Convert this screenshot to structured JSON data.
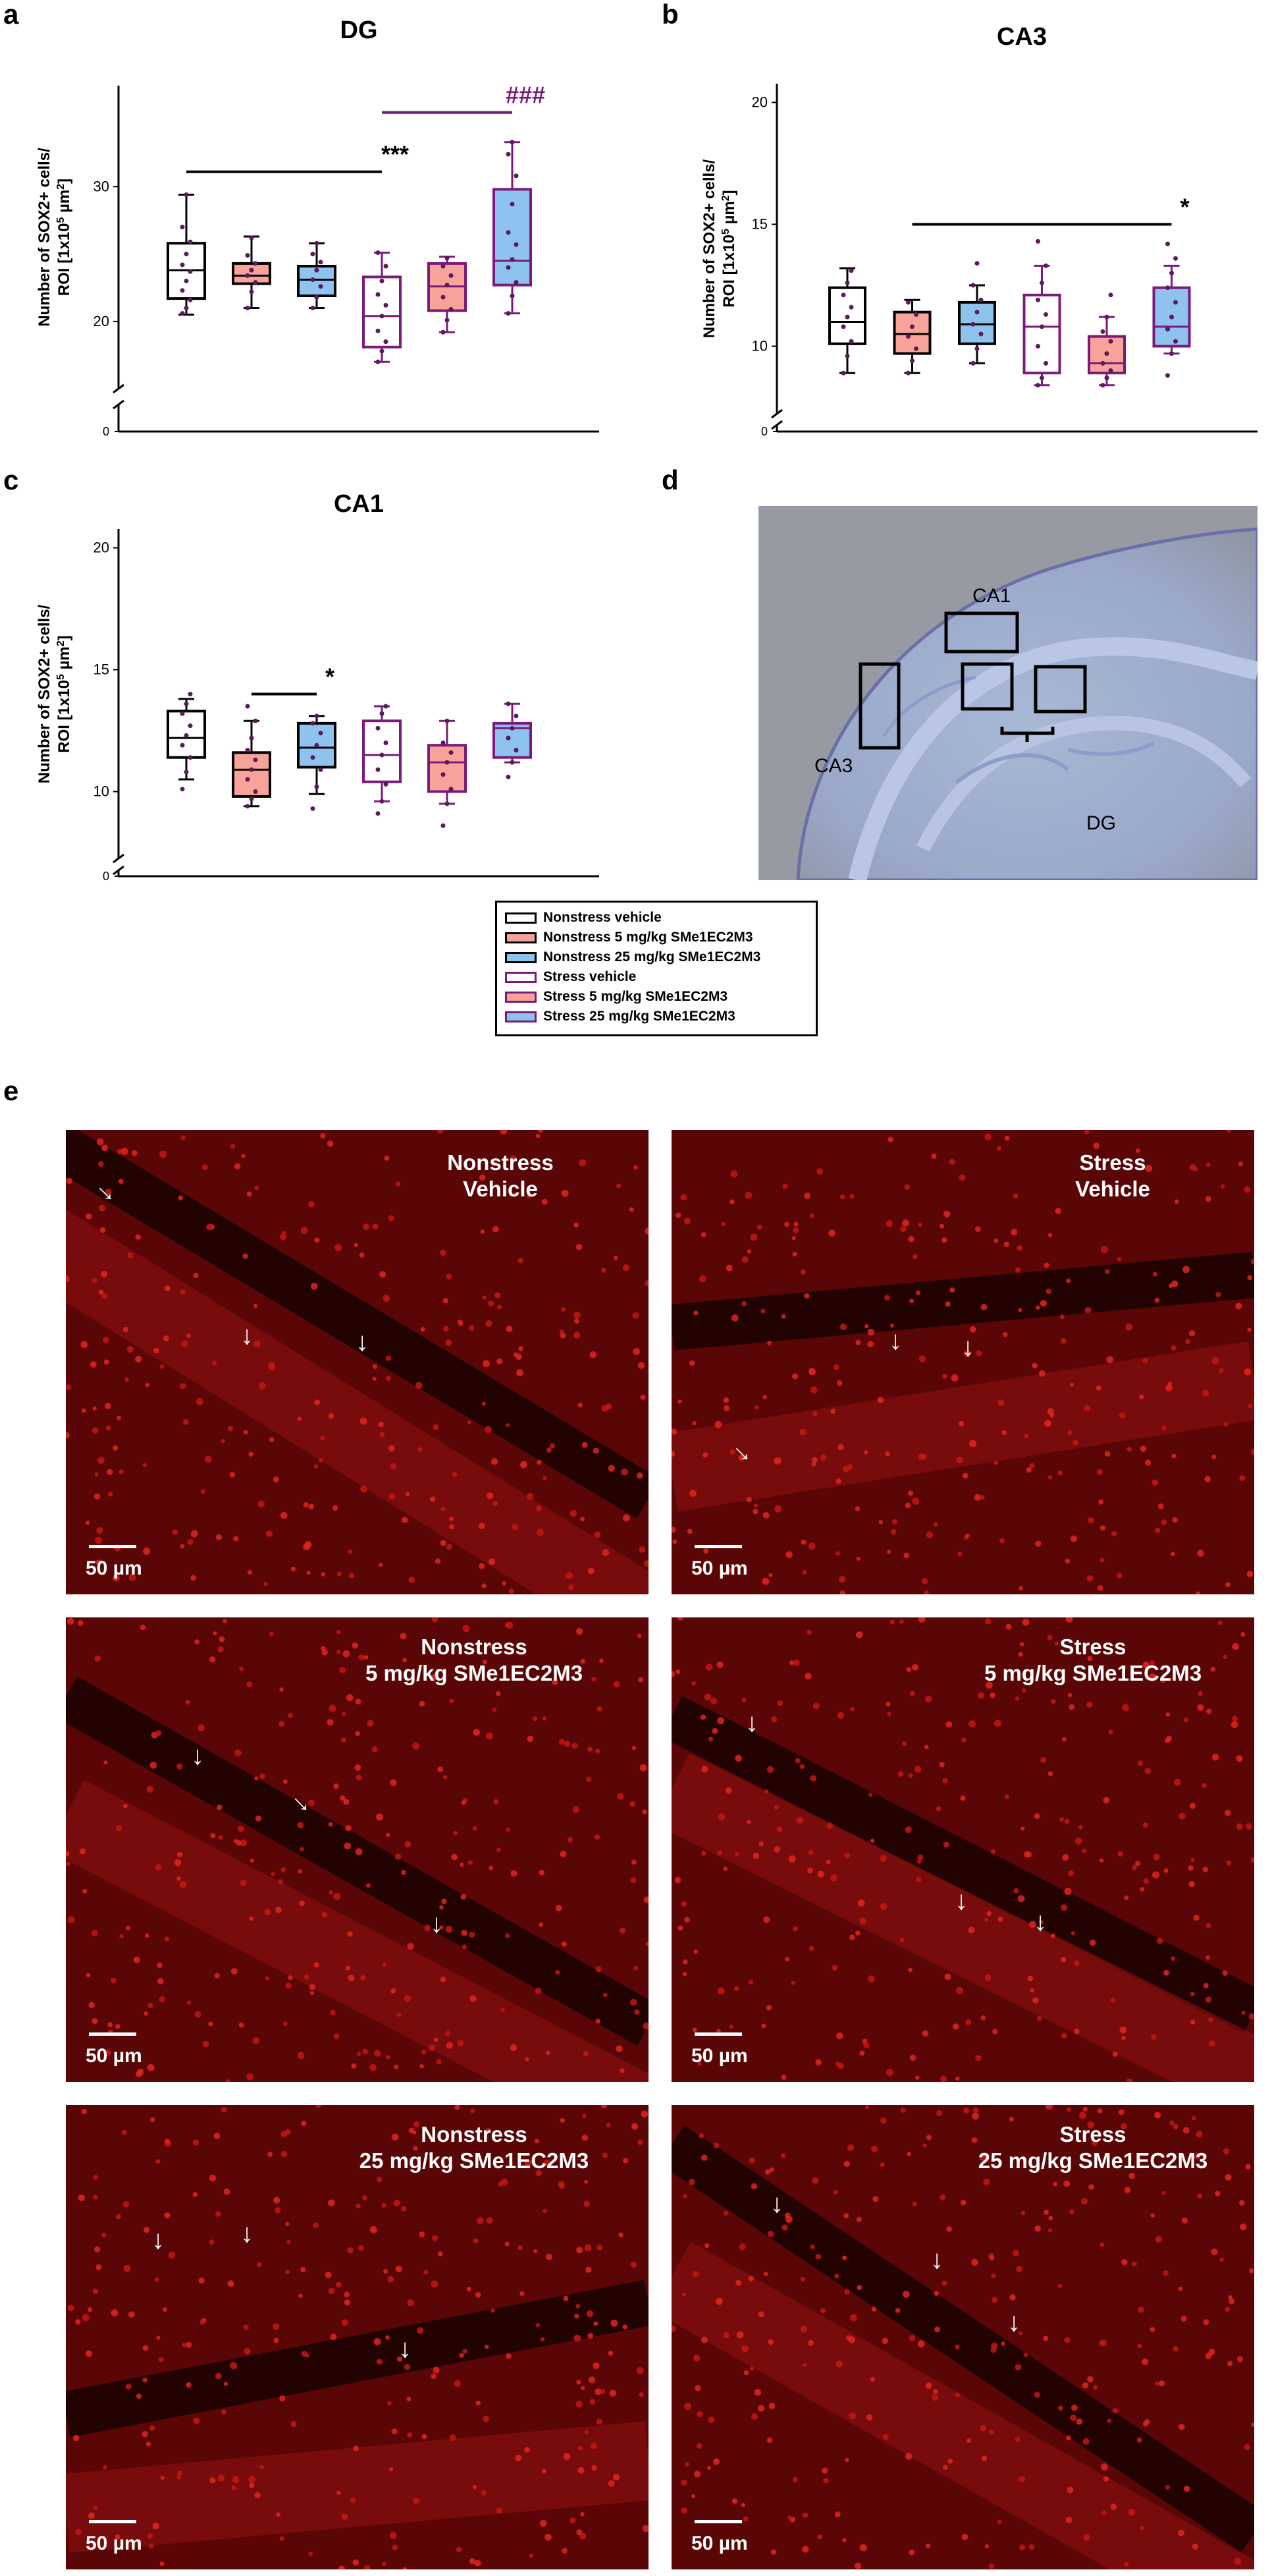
{
  "panel_letters": {
    "a": "a",
    "b": "b",
    "c": "c",
    "d": "d",
    "e": "e"
  },
  "ylabel_line1": "Number of SOX2+ cells/",
  "ylabel_line2": "ROI [1x10",
  "ylabel_sup": "5",
  "ylabel_unit": " µm",
  "ylabel_sup2": "2",
  "ylabel_end": "]",
  "groups": [
    {
      "name": "Nonstress vehicle",
      "fill": "#ffffff",
      "edge": "#000000"
    },
    {
      "name": "Nonstress 5 mg/kg SMe1EC2M3",
      "fill": "#f8a39a",
      "edge": "#000000"
    },
    {
      "name": "Nonstress 25 mg/kg SMe1EC2M3",
      "fill": "#8fc3ef",
      "edge": "#000000"
    },
    {
      "name": "Stress vehicle",
      "fill": "#ffffff",
      "edge": "#7a1a7a"
    },
    {
      "name": "Stress 5 mg/kg SMe1EC2M3",
      "fill": "#f8a39a",
      "edge": "#7a1a7a"
    },
    {
      "name": "Stress 25 mg/kg SMe1EC2M3",
      "fill": "#8fc3ef",
      "edge": "#7a1a7a"
    }
  ],
  "chart_data": [
    {
      "type": "box",
      "title": "DG",
      "yticks": [
        20,
        30
      ],
      "ybreak_label": "0",
      "ylim": [
        15.5,
        37
      ],
      "boxes": [
        {
          "whislo": 20.5,
          "q1": 21.7,
          "med": 23.8,
          "q3": 25.8,
          "whishi": 29.4,
          "points": [
            20.6,
            21.0,
            21.6,
            22.3,
            23.0,
            23.7,
            24.2,
            25.0,
            25.9,
            27.0,
            29.4
          ]
        },
        {
          "whislo": 21.0,
          "q1": 22.8,
          "med": 23.4,
          "q3": 24.3,
          "whishi": 26.3,
          "points": [
            21.0,
            22.2,
            22.9,
            23.4,
            23.8,
            24.3,
            24.9,
            26.2
          ]
        },
        {
          "whislo": 21.0,
          "q1": 21.9,
          "med": 23.1,
          "q3": 24.1,
          "whishi": 25.8,
          "points": [
            21.0,
            21.8,
            22.6,
            23.1,
            23.8,
            24.4,
            25.0,
            25.8
          ]
        },
        {
          "whislo": 17.0,
          "q1": 18.1,
          "med": 20.4,
          "q3": 23.3,
          "whishi": 25.1,
          "points": [
            17.0,
            17.8,
            18.5,
            19.3,
            20.4,
            21.2,
            22.0,
            23.0,
            24.1,
            25.1
          ]
        },
        {
          "whislo": 19.2,
          "q1": 20.8,
          "med": 22.6,
          "q3": 24.3,
          "whishi": 24.8,
          "points": [
            19.2,
            20.1,
            20.9,
            21.8,
            22.7,
            23.4,
            24.1,
            24.7
          ]
        },
        {
          "whislo": 20.6,
          "q1": 22.7,
          "med": 24.5,
          "q3": 29.8,
          "whishi": 33.3,
          "points": [
            20.6,
            21.9,
            22.9,
            24.0,
            24.6,
            25.7,
            26.6,
            28.7,
            30.8,
            32.4,
            33.3
          ]
        }
      ],
      "significance": [
        {
          "from": 0,
          "to": 3,
          "y": 31.1,
          "label": "***",
          "color": "#000000"
        },
        {
          "from": 3,
          "to": 5,
          "y": 35.5,
          "label": "###",
          "color": "#7a1a7a"
        }
      ]
    },
    {
      "type": "box",
      "title": "CA3",
      "yticks": [
        10,
        15,
        20
      ],
      "ybreak_label": "0",
      "ylim": [
        7.5,
        20.5
      ],
      "boxes": [
        {
          "whislo": 8.9,
          "q1": 10.1,
          "med": 11.0,
          "q3": 12.4,
          "whishi": 13.2,
          "points": [
            8.9,
            9.6,
            10.2,
            10.8,
            11.2,
            11.6,
            12.1,
            12.6,
            13.1
          ]
        },
        {
          "whislo": 8.9,
          "q1": 9.7,
          "med": 10.5,
          "q3": 11.4,
          "whishi": 11.9,
          "points": [
            8.9,
            9.4,
            9.9,
            10.4,
            10.8,
            11.3,
            11.8
          ]
        },
        {
          "whislo": 9.3,
          "q1": 10.1,
          "med": 10.9,
          "q3": 11.8,
          "whishi": 12.5,
          "points": [
            9.3,
            9.9,
            10.5,
            10.9,
            11.4,
            11.9,
            12.5,
            13.4
          ]
        },
        {
          "whislo": 8.4,
          "q1": 8.9,
          "med": 10.8,
          "q3": 12.1,
          "whishi": 13.3,
          "points": [
            8.4,
            8.7,
            9.3,
            10.0,
            10.8,
            11.3,
            11.9,
            12.6,
            13.3,
            14.3
          ]
        },
        {
          "whislo": 8.4,
          "q1": 8.9,
          "med": 9.3,
          "q3": 10.4,
          "whishi": 11.2,
          "points": [
            8.4,
            8.7,
            9.0,
            9.3,
            9.7,
            10.2,
            10.6,
            11.2,
            12.1
          ]
        },
        {
          "whislo": 9.7,
          "q1": 10.0,
          "med": 10.8,
          "q3": 12.4,
          "whishi": 13.3,
          "points": [
            8.8,
            9.7,
            10.2,
            10.7,
            11.2,
            11.8,
            12.4,
            13.0,
            13.6,
            14.2
          ]
        }
      ],
      "significance": [
        {
          "from": 1,
          "to": 5,
          "y": 15.0,
          "label": "*",
          "color": "#000000"
        }
      ]
    },
    {
      "type": "box",
      "title": "CA1",
      "yticks": [
        10,
        15,
        20
      ],
      "ybreak_label": "0",
      "ylim": [
        7.5,
        20.5
      ],
      "boxes": [
        {
          "whislo": 10.5,
          "q1": 11.4,
          "med": 12.2,
          "q3": 13.3,
          "whishi": 13.8,
          "points": [
            10.1,
            10.8,
            11.4,
            11.9,
            12.3,
            12.7,
            13.2,
            13.6,
            14.0
          ]
        },
        {
          "whislo": 9.4,
          "q1": 9.8,
          "med": 10.9,
          "q3": 11.6,
          "whishi": 12.9,
          "points": [
            9.4,
            9.7,
            10.0,
            10.5,
            10.9,
            11.3,
            11.7,
            12.2,
            12.9,
            13.5
          ]
        },
        {
          "whislo": 9.9,
          "q1": 11.0,
          "med": 11.8,
          "q3": 12.8,
          "whishi": 13.1,
          "points": [
            9.3,
            10.2,
            10.9,
            11.4,
            11.9,
            12.4,
            12.8,
            13.1
          ]
        },
        {
          "whislo": 9.6,
          "q1": 10.4,
          "med": 11.5,
          "q3": 12.9,
          "whishi": 13.5,
          "points": [
            9.1,
            9.6,
            10.3,
            10.9,
            11.5,
            12.0,
            12.6,
            13.2,
            13.5
          ]
        },
        {
          "whislo": 9.5,
          "q1": 10.0,
          "med": 11.2,
          "q3": 11.9,
          "whishi": 12.9,
          "points": [
            8.6,
            9.5,
            10.1,
            10.7,
            11.2,
            11.6,
            12.0,
            12.9
          ]
        },
        {
          "whislo": 11.2,
          "q1": 11.4,
          "med": 12.6,
          "q3": 12.8,
          "whishi": 13.6,
          "points": [
            10.6,
            11.2,
            11.7,
            12.2,
            12.6,
            13.1,
            13.6
          ]
        }
      ],
      "significance": [
        {
          "from": 1,
          "to": 2,
          "y": 14.0,
          "label": "*",
          "color": "#000000"
        }
      ]
    }
  ],
  "histology": {
    "labels": {
      "ca1": "CA1",
      "ca3": "CA3",
      "dg": "DG"
    }
  },
  "micrographs": [
    {
      "label_line1": "Nonstress",
      "label_line2": "Vehicle",
      "scale": "50 µm",
      "arrow_count": 3
    },
    {
      "label_line1": "Stress",
      "label_line2": "Vehicle",
      "scale": "50 µm",
      "arrow_count": 3
    },
    {
      "label_line1": "Nonstress",
      "label_line2": "5 mg/kg SMe1EC2M3",
      "scale": "50 µm",
      "arrow_count": 3
    },
    {
      "label_line1": "Stress",
      "label_line2": "5 mg/kg SMe1EC2M3",
      "scale": "50 µm",
      "arrow_count": 3
    },
    {
      "label_line1": "Nonstress",
      "label_line2": "25 mg/kg SMe1EC2M3",
      "scale": "50 µm",
      "arrow_count": 3
    },
    {
      "label_line1": "Stress",
      "label_line2": "25 mg/kg SMe1EC2M3",
      "scale": "50 µm",
      "arrow_count": 3
    }
  ]
}
